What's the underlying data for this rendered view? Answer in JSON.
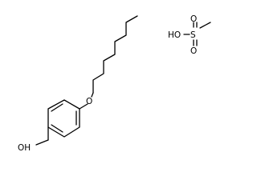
{
  "molecule_1": {
    "atom_labels": {
      "ether_oxygen": "O",
      "hydroxyl": "OH"
    }
  },
  "molecule_2": {
    "atom_labels": {
      "hydroxyl": "HO",
      "sulfur": "S",
      "oxo_top": "O",
      "oxo_bottom": "O"
    }
  }
}
